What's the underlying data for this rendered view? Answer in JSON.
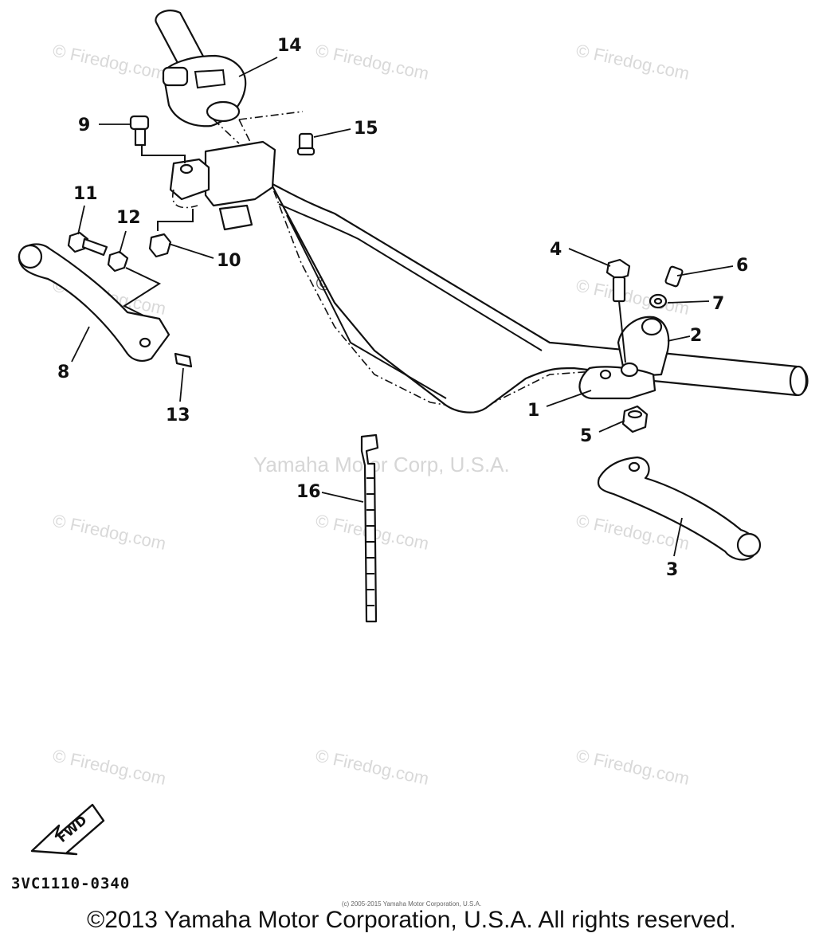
{
  "callouts": [
    {
      "id": "1",
      "label": "1"
    },
    {
      "id": "2",
      "label": "2"
    },
    {
      "id": "3",
      "label": "3"
    },
    {
      "id": "4",
      "label": "4"
    },
    {
      "id": "5",
      "label": "5"
    },
    {
      "id": "6",
      "label": "6"
    },
    {
      "id": "7",
      "label": "7"
    },
    {
      "id": "8",
      "label": "8"
    },
    {
      "id": "9",
      "label": "9"
    },
    {
      "id": "10",
      "label": "10"
    },
    {
      "id": "11",
      "label": "11"
    },
    {
      "id": "12",
      "label": "12"
    },
    {
      "id": "13",
      "label": "13"
    },
    {
      "id": "14",
      "label": "14"
    },
    {
      "id": "15",
      "label": "15"
    },
    {
      "id": "16",
      "label": "16"
    }
  ],
  "watermark": {
    "text": "© Firedog.com",
    "center_text": "© Firedog.com",
    "yamaha_text": "Yamaha Motor Corp, U.S.A."
  },
  "fwd_label": "FWD",
  "diagram_code": "3VC1110-0340",
  "small_copyright": "(c) 2005-2015 Yamaha Motor Corporation, U.S.A.",
  "copyright": "©2013 Yamaha Motor Corporation, U.S.A. All rights reserved."
}
